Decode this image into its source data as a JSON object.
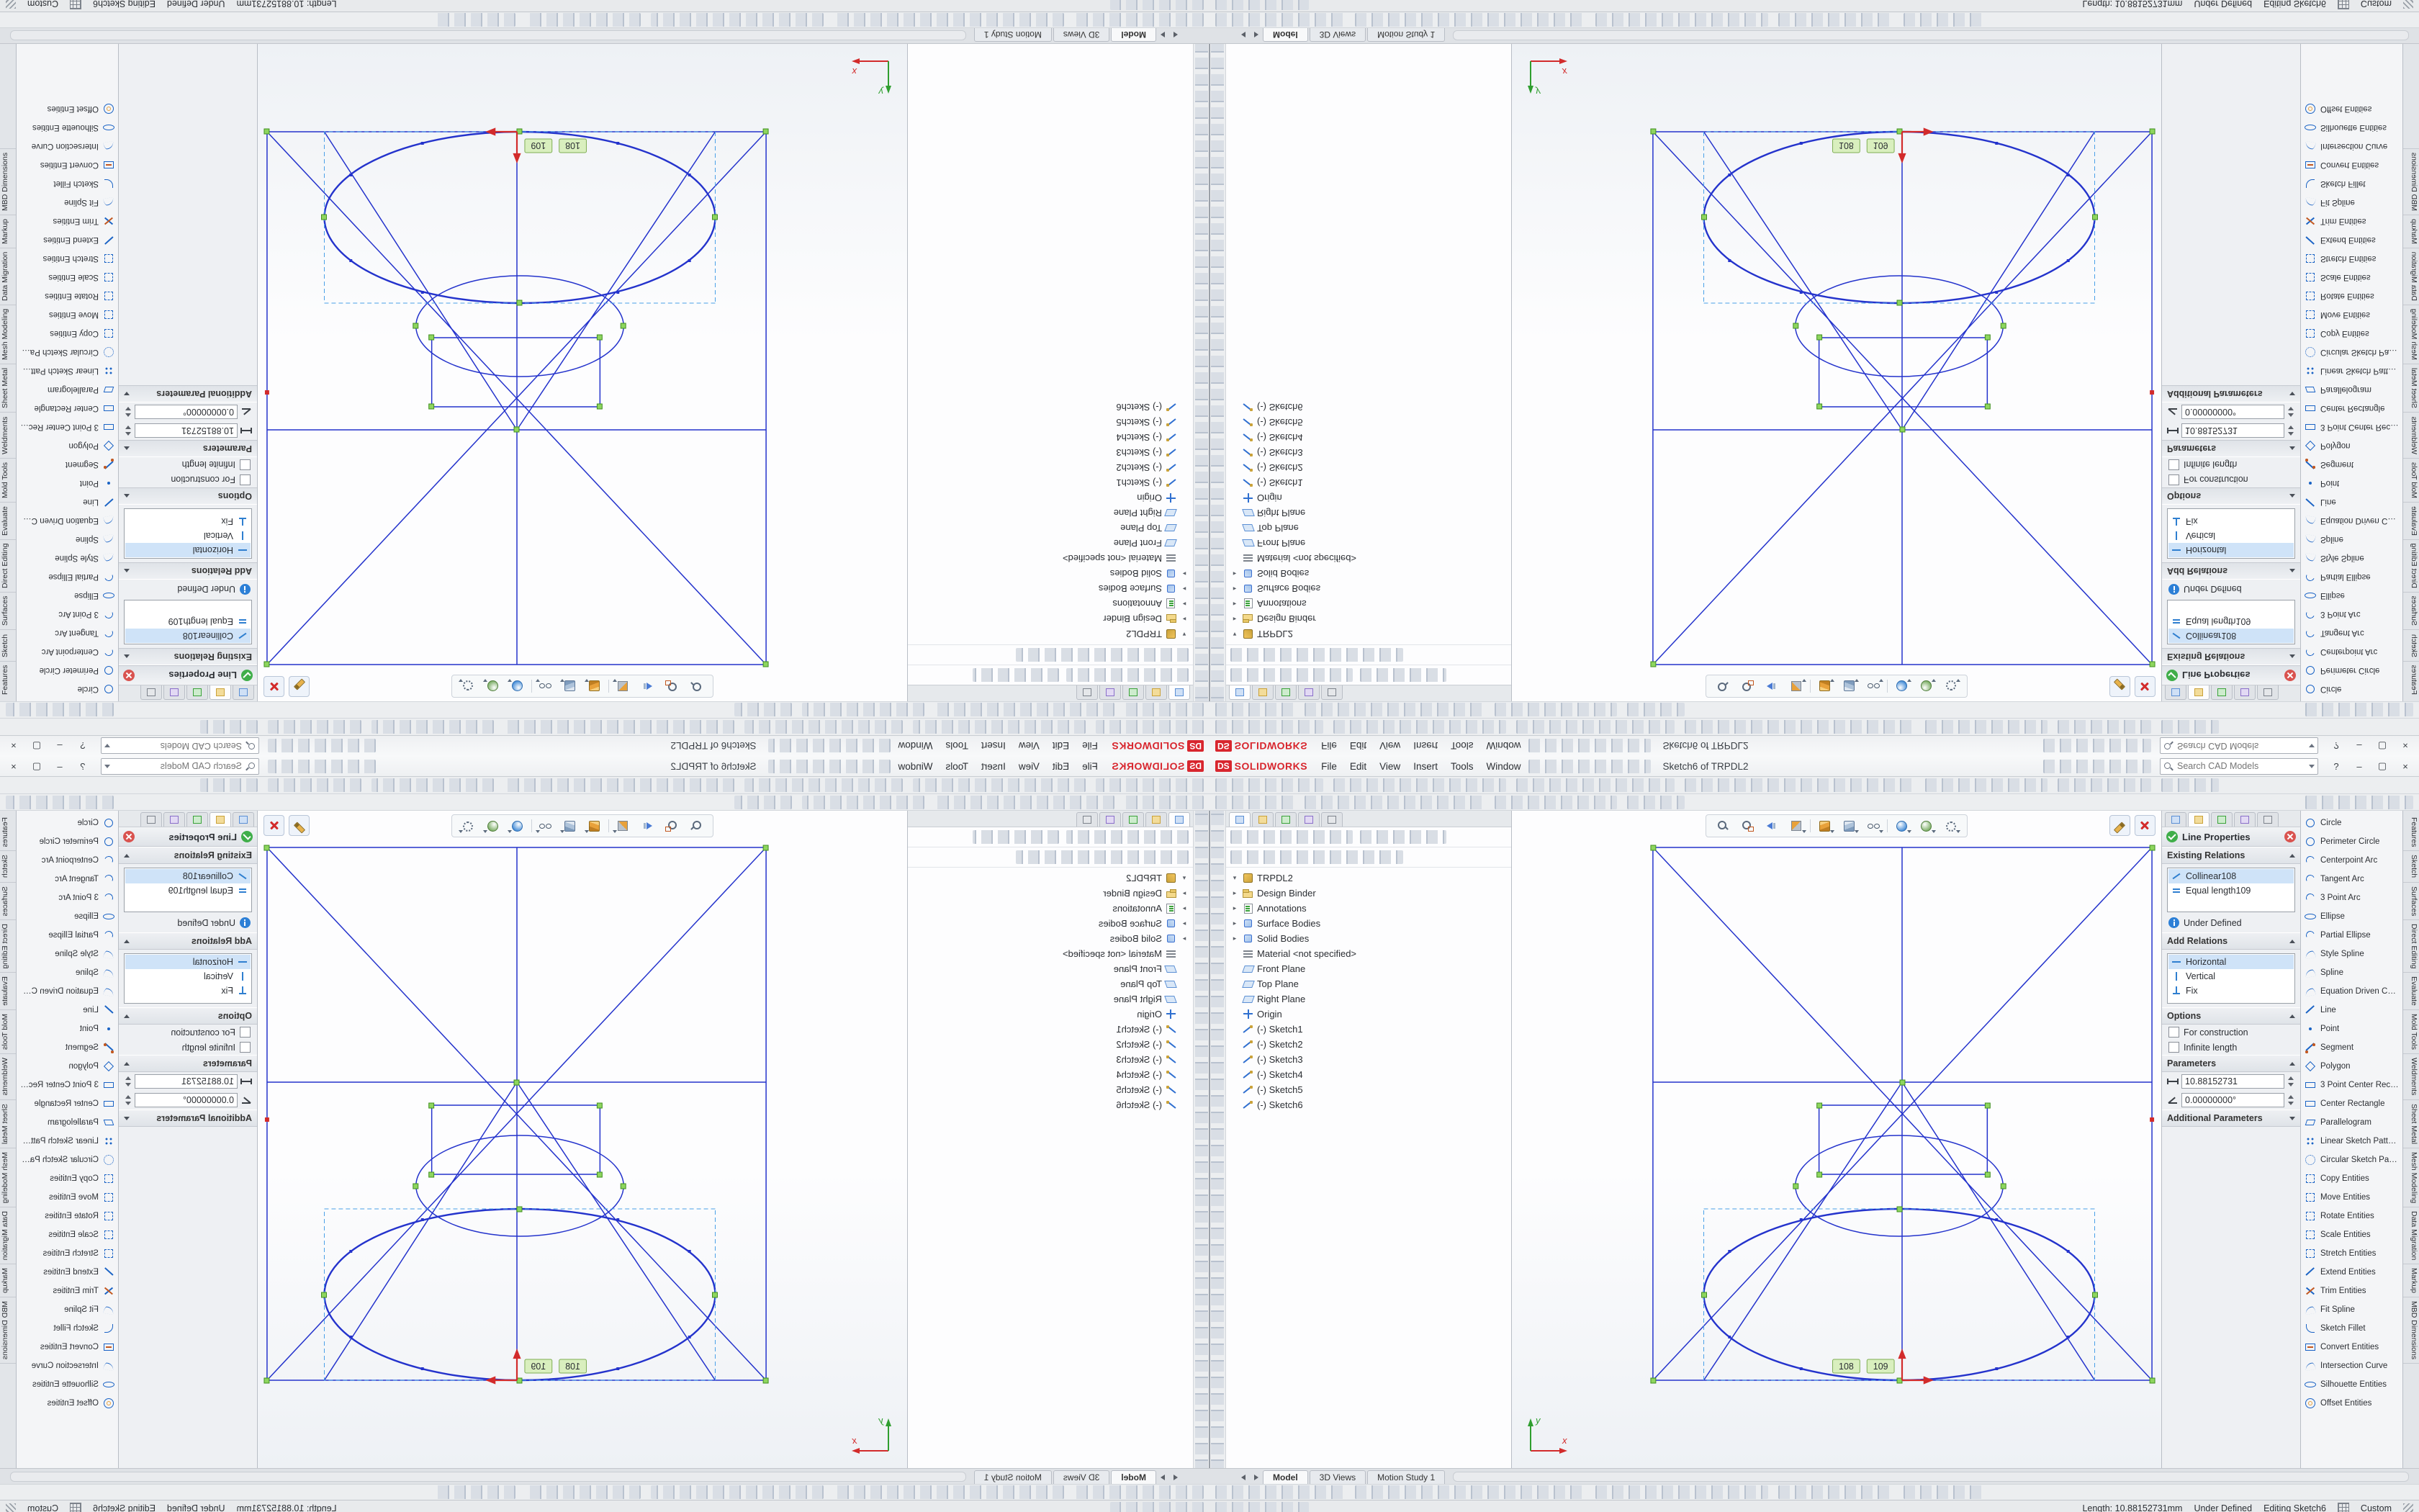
{
  "app": {
    "logo_ds": "DS",
    "logo_name": "SOLIDWORKS",
    "menus": [
      "File",
      "Edit",
      "View",
      "Insert",
      "Tools",
      "Window"
    ],
    "doc_title": "Sketch6 of TRPDL2",
    "search_placeholder": "Search CAD Models",
    "controls": {
      "help": "?",
      "minimize": "–",
      "maximize": "▢",
      "close": "×"
    }
  },
  "tree": {
    "items": [
      {
        "exp": "▾",
        "cls": "part",
        "label": "TRPDL2"
      },
      {
        "exp": "▸",
        "cls": "folder",
        "label": "Design Binder"
      },
      {
        "exp": "▸",
        "cls": "ann",
        "label": "Annotations"
      },
      {
        "exp": "▸",
        "cls": "body",
        "label": "Surface Bodies"
      },
      {
        "exp": "▸",
        "cls": "body",
        "label": "Solid Bodies"
      },
      {
        "exp": "",
        "cls": "mat",
        "label": "Material <not specified>"
      },
      {
        "exp": "",
        "cls": "plane",
        "label": "Front Plane"
      },
      {
        "exp": "",
        "cls": "plane",
        "label": "Top Plane"
      },
      {
        "exp": "",
        "cls": "plane",
        "label": "Right Plane"
      },
      {
        "exp": "",
        "cls": "origin",
        "label": "Origin"
      },
      {
        "exp": "",
        "cls": "sketch",
        "label": "(-) Sketch1"
      },
      {
        "exp": "",
        "cls": "sketch",
        "label": "(-) Sketch2"
      },
      {
        "exp": "",
        "cls": "sketch",
        "label": "(-) Sketch3"
      },
      {
        "exp": "",
        "cls": "sketch",
        "label": "(-) Sketch4"
      },
      {
        "exp": "",
        "cls": "sketch",
        "label": "(-) Sketch5"
      },
      {
        "exp": "",
        "cls": "sketch",
        "label": "(-) Sketch6"
      }
    ]
  },
  "property_manager": {
    "title": "Line Properties",
    "existing_relations_label": "Existing Relations",
    "relations": [
      {
        "cls": "col",
        "label": "Collinear108"
      },
      {
        "cls": "eq",
        "label": "Equal length109"
      }
    ],
    "status_label": "Under Defined",
    "add_relations_label": "Add Relations",
    "add_relations": [
      {
        "cls": "hor",
        "label": "Horizontal"
      },
      {
        "cls": "ver",
        "label": "Vertical"
      },
      {
        "cls": "fix",
        "label": "Fix"
      }
    ],
    "options_label": "Options",
    "options": [
      {
        "label": "For construction"
      },
      {
        "label": "Infinite length"
      }
    ],
    "parameters_label": "Parameters",
    "parameters": [
      {
        "cls": "len",
        "value": "10.88152731"
      },
      {
        "cls": "ang",
        "value": "0.00000000°"
      }
    ],
    "additional_parameters_label": "Additional Parameters"
  },
  "sketch_tools": [
    {
      "shape": "circle",
      "label": "Circle"
    },
    {
      "shape": "circle",
      "label": "Perimeter Circle"
    },
    {
      "shape": "arc",
      "label": "Centerpoint Arc"
    },
    {
      "shape": "arc",
      "label": "Tangent Arc"
    },
    {
      "shape": "arc",
      "label": "3 Point Arc"
    },
    {
      "shape": "ellipse",
      "label": "Ellipse"
    },
    {
      "shape": "arc",
      "label": "Partial Ellipse"
    },
    {
      "shape": "spline",
      "label": "Style Spline"
    },
    {
      "shape": "spline",
      "label": "Spline"
    },
    {
      "shape": "spline",
      "label": "Equation Driven Curve"
    },
    {
      "shape": "lineShape",
      "label": "Line"
    },
    {
      "shape": "point",
      "label": "Point"
    },
    {
      "shape": "seg",
      "label": "Segment"
    },
    {
      "shape": "poly",
      "label": "Polygon"
    },
    {
      "shape": "rect",
      "label": "3 Point Center Recta..."
    },
    {
      "shape": "rect",
      "label": "Center Rectangle"
    },
    {
      "shape": "para",
      "label": "Parallelogram"
    },
    {
      "shape": "patt",
      "label": "Linear Sketch Pattern"
    },
    {
      "shape": "pattc",
      "label": "Circular Sketch Pattern"
    },
    {
      "shape": "op",
      "label": "Copy Entities"
    },
    {
      "shape": "op",
      "label": "Move Entities"
    },
    {
      "shape": "op",
      "label": "Rotate Entities"
    },
    {
      "shape": "op",
      "label": "Scale Entities"
    },
    {
      "shape": "op",
      "label": "Stretch Entities"
    },
    {
      "shape": "lineShape",
      "label": "Extend Entities"
    },
    {
      "shape": "trim",
      "label": "Trim Entities"
    },
    {
      "shape": "spline",
      "label": "Fit Spline"
    },
    {
      "shape": "fillet",
      "label": "Sketch Fillet"
    },
    {
      "shape": "conv",
      "label": "Convert Entities"
    },
    {
      "shape": "spline",
      "label": "Intersection Curve"
    },
    {
      "shape": "ellipse",
      "label": "Silhouette Entities"
    },
    {
      "shape": "off",
      "label": "Offset Entities"
    }
  ],
  "command_tabs": [
    "Features",
    "Sketch",
    "Surfaces",
    "Direct Editing",
    "Evaluate",
    "Mold Tools",
    "Weldments",
    "Sheet Metal",
    "Mesh Modeling",
    "Data Migration",
    "Markup",
    "MBD Dimensions"
  ],
  "doc_tabs": {
    "tabs": [
      {
        "label": "Model",
        "active": "active"
      },
      {
        "label": "3D Views",
        "active": ""
      },
      {
        "label": "Motion Study 1",
        "active": ""
      }
    ]
  },
  "status_bar": {
    "length": "Length: 10.88152731mm",
    "state": "Under Defined",
    "editing": "Editing Sketch6",
    "unit": "Custom"
  },
  "canvas": {
    "tag_a": "108",
    "tag_b": "109",
    "axis_x": "x",
    "axis_y": "y"
  }
}
